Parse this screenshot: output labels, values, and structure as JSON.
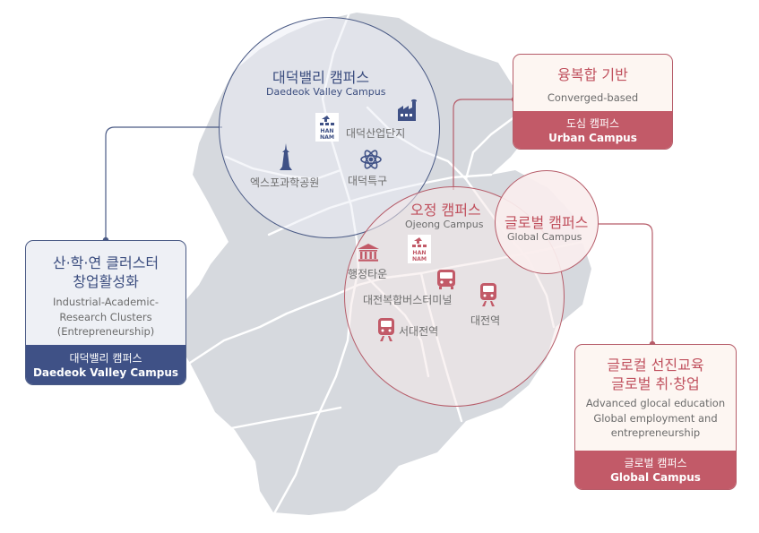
{
  "colors": {
    "navy": "#3f5186",
    "navy_text": "#3b4d7f",
    "red": "#c25a68",
    "red_text": "#c0505d",
    "map_fill": "#d6d9de",
    "road": "#ffffff"
  },
  "daedeok_circle": {
    "title": "대덕밸리 캠퍼스",
    "subtitle": "Daedeok Valley Campus",
    "places": {
      "industrial_complex": "대덕산업단지",
      "expo_park": "엑스포과학공원",
      "special_zone": "대덕특구"
    },
    "icons": [
      "hannam-logo",
      "factory-icon",
      "tower-icon",
      "atom-icon"
    ]
  },
  "ojeong_circle": {
    "title": "오정 캠퍼스",
    "subtitle": "Ojeong Campus",
    "places": {
      "admin_town": "행정타운",
      "bus_terminal": "대전복합버스터미널",
      "daejeon_station": "대전역",
      "seodaejeon_station": "서대전역"
    },
    "icons": [
      "hannam-logo",
      "government-building-icon",
      "bus-icon",
      "train-icon",
      "train-icon"
    ]
  },
  "global_circle": {
    "title": "글로벌 캠퍼스",
    "subtitle": "Global Campus"
  },
  "box_industrial": {
    "title_lines": [
      "산·학·연 클러스터",
      "창업활성화"
    ],
    "sub_lines": [
      "Industrial-Academic-",
      "Research Clusters",
      "(Entrepreneurship)"
    ],
    "foot_ko": "대덕밸리 캠퍼스",
    "foot_en": "Daedeok Valley Campus"
  },
  "box_converged": {
    "title": "융복합 기반",
    "sub": "Converged-based",
    "foot_ko": "도심 캠퍼스",
    "foot_en": "Urban Campus"
  },
  "box_glocal": {
    "title_lines": [
      "글로컬 선진교육",
      "글로벌 취·창업"
    ],
    "sub_lines": [
      "Advanced glocal education",
      "Global employment and",
      "entrepreneurship"
    ],
    "foot_ko": "글로벌 캠퍼스",
    "foot_en": "Global Campus"
  }
}
